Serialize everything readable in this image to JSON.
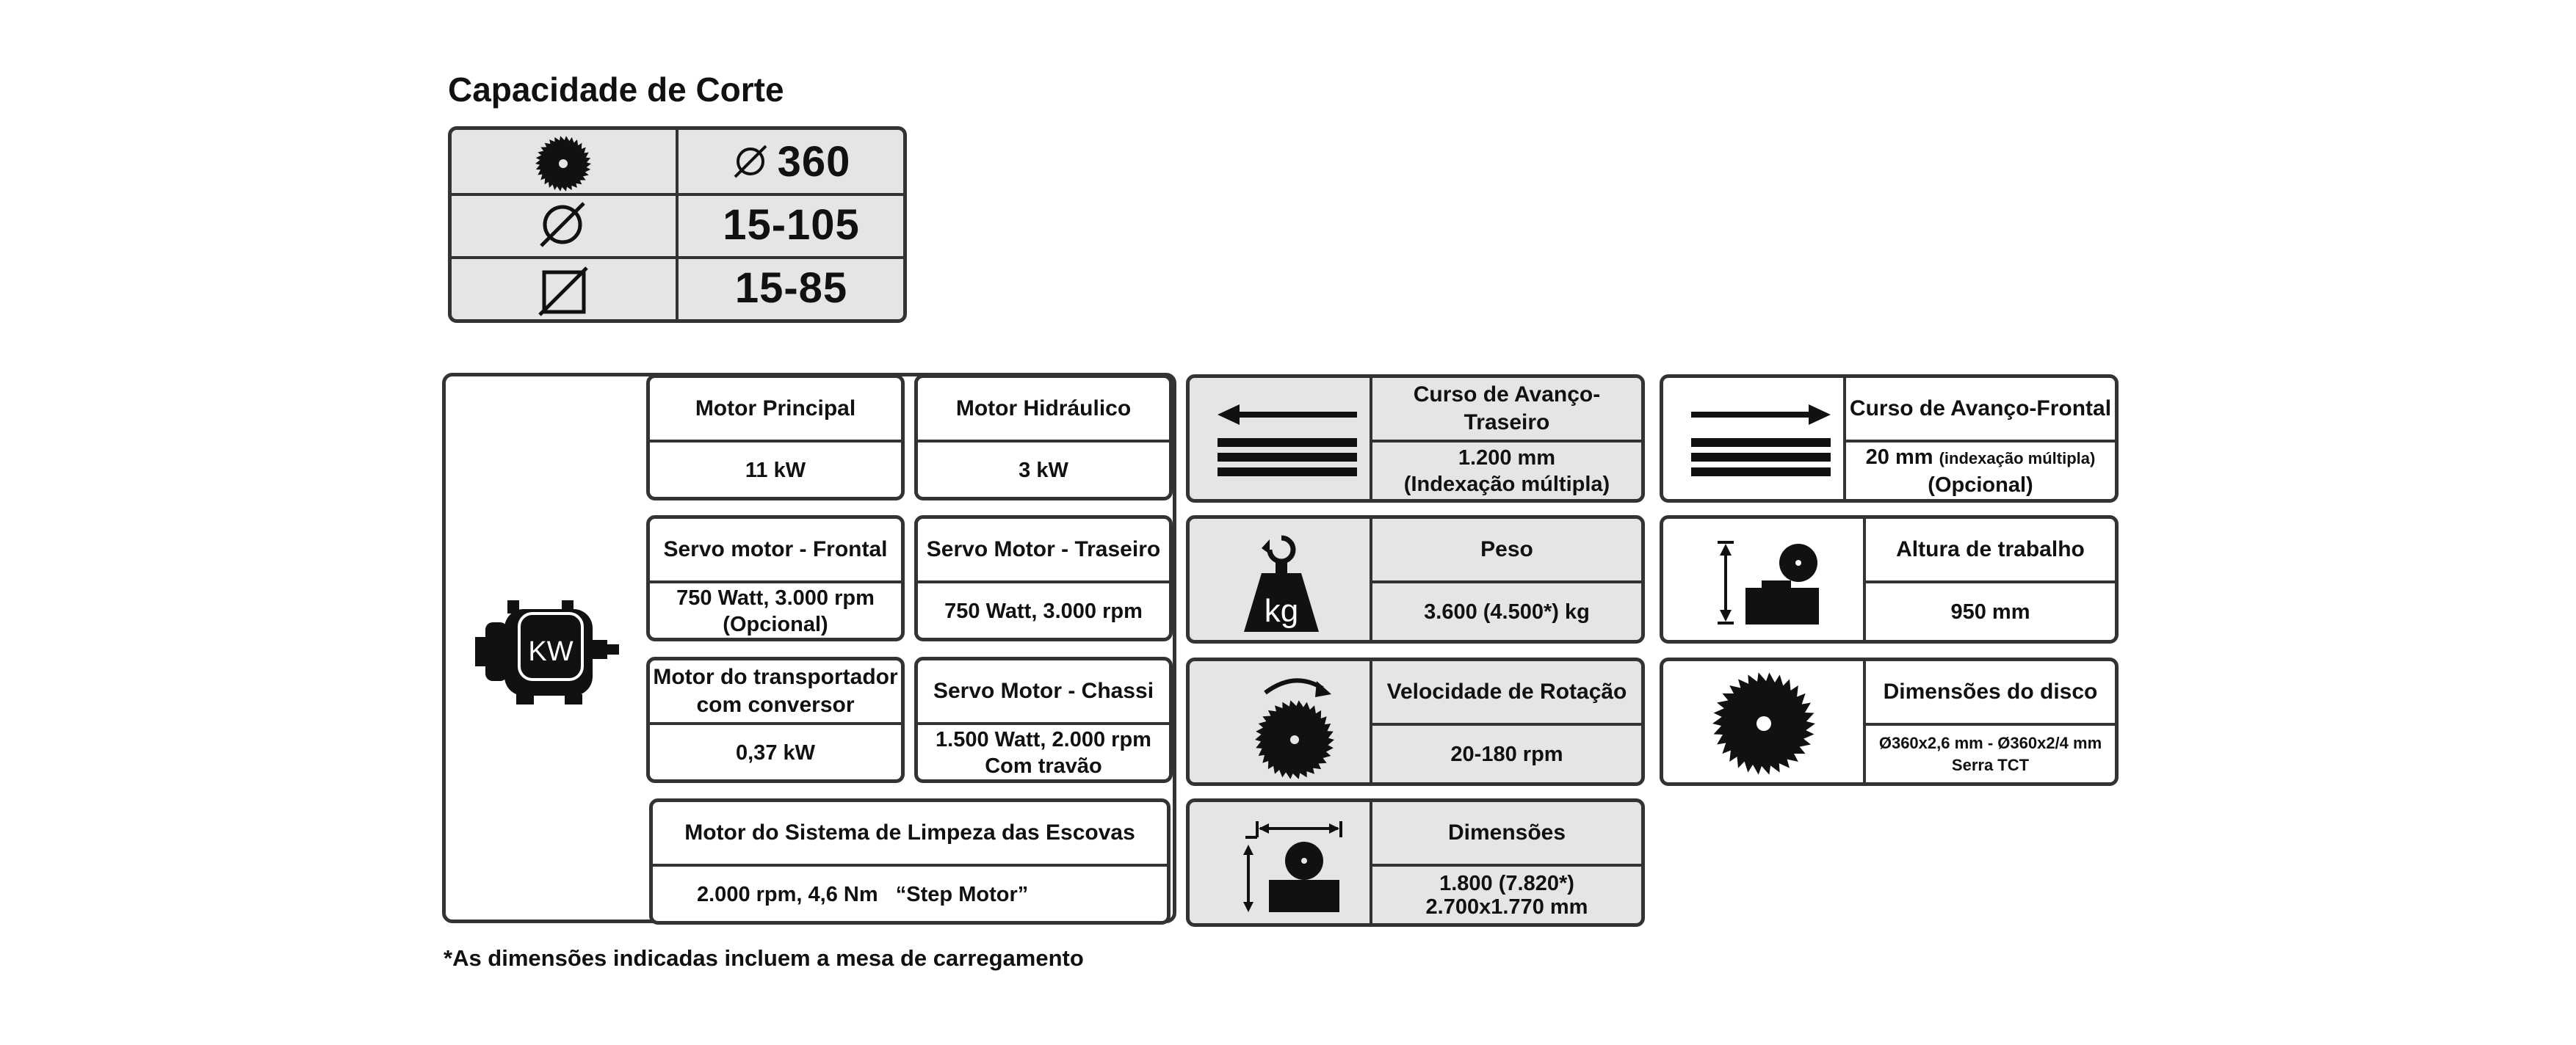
{
  "capacity": {
    "title": "Capacidade de Corte",
    "rows": [
      {
        "icon": "saw-blade-icon",
        "value": "360",
        "prefix_icon": "diameter-icon"
      },
      {
        "icon": "diameter-icon",
        "value": "15-105"
      },
      {
        "icon": "square-section-icon",
        "value": "15-85"
      }
    ]
  },
  "motor_group": {
    "icon_label": "KW",
    "cells": [
      {
        "title": "Motor Principal",
        "value": "11 kW"
      },
      {
        "title": "Motor Hidráulico",
        "value": "3 kW"
      },
      {
        "title": "Servo motor - Frontal",
        "value": "750 Watt, 3.000 rpm",
        "value2": "(Opcional)"
      },
      {
        "title": "Servo Motor - Traseiro",
        "value": "750 Watt, 3.000 rpm"
      },
      {
        "title": "Motor do transportador",
        "title2": "com conversor",
        "value": "0,37 kW"
      },
      {
        "title": "Servo Motor - Chassi",
        "value": "1.500 Watt, 2.000 rpm",
        "value2": "Com travão"
      }
    ],
    "wide": {
      "title": "Motor do Sistema de Limpeza das Escovas",
      "value": "2.000 rpm, 4,6 Nm   “Step Motor”"
    }
  },
  "specs": [
    {
      "title": "Curso de Avanço-Traseiro",
      "value": "1.200 mm",
      "value2": "(Indexação múltipla)",
      "icon": "feed-back-arrow-icon"
    },
    {
      "title": "Curso de Avanço-Frontal",
      "value": "20 mm",
      "value_small": "(indexação múltipla)",
      "value2": "(Opcional)",
      "icon": "feed-front-arrow-icon"
    },
    {
      "title": "Peso",
      "value": "3.600 (4.500*) kg",
      "icon": "weight-icon",
      "icon_label": "kg"
    },
    {
      "title": "Altura de trabalho",
      "value": "950 mm",
      "icon": "working-height-icon"
    },
    {
      "title": "Velocidade de Rotação",
      "value": "20-180 rpm",
      "icon": "rotation-saw-icon"
    },
    {
      "title": "Dimensões do disco",
      "value": "Ø360x2,6 mm - Ø360x2/4 mm",
      "value2": "Serra TCT",
      "icon": "saw-disc-icon"
    },
    {
      "title": "Dimensões",
      "value": "1.800 (7.820*)",
      "value2": "2.700x1.770 mm",
      "icon": "dimensions-icon"
    }
  ],
  "footnote": "*As dimensões indicadas incluem a mesa de carregamento",
  "colors": {
    "border": "#333333",
    "gray_fill": "#e4e5e5",
    "text": "#111111"
  }
}
